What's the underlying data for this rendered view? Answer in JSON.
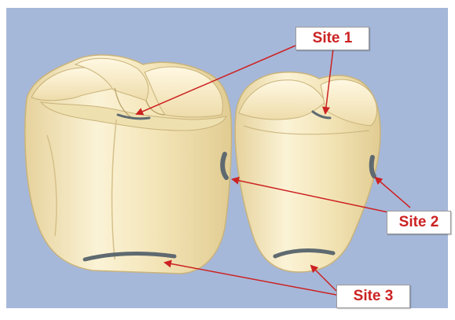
{
  "colors": {
    "background": "#a6b8d9",
    "tooth_fill": "#f3e4b6",
    "tooth_light": "#fbf3d6",
    "tooth_edge": "#c9b37a",
    "caries": "#5f6a70",
    "label_text": "#cc2222",
    "arrow": "#cc2222"
  },
  "labels": {
    "site1": "Site 1",
    "site2": "Site 2",
    "site3": "Site 3"
  },
  "icons": {
    "arrow": "arrow-head"
  }
}
